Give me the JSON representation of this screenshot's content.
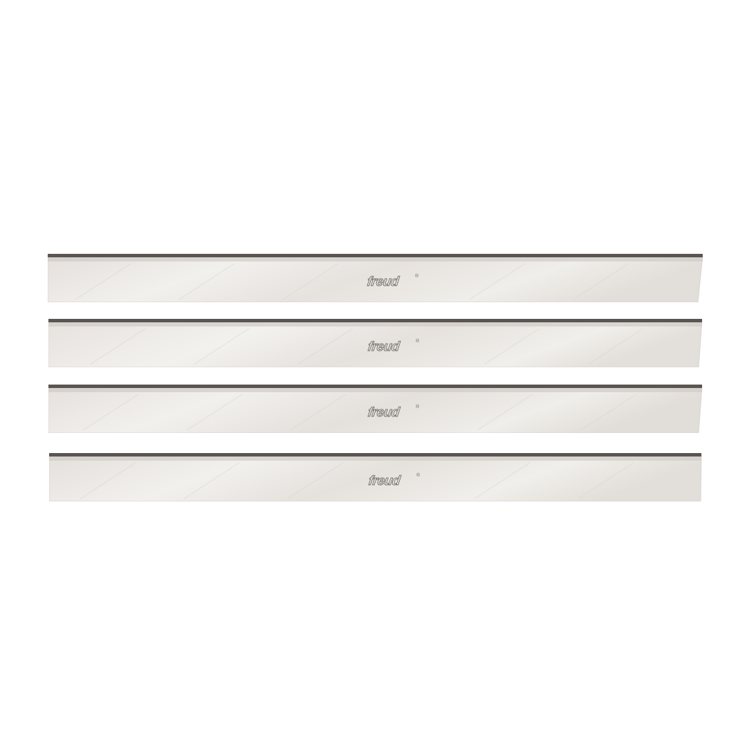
{
  "product": {
    "blades": [
      {
        "brand": "freud",
        "mark": "®"
      },
      {
        "brand": "freud",
        "mark": "®"
      },
      {
        "brand": "freud",
        "mark": "®"
      },
      {
        "brand": "freud",
        "mark": "®"
      }
    ]
  },
  "colors": {
    "background": "#ffffff",
    "blade_body": "#ece9e5",
    "blade_edge": "#5a5552",
    "logo": "#6f6a66"
  }
}
